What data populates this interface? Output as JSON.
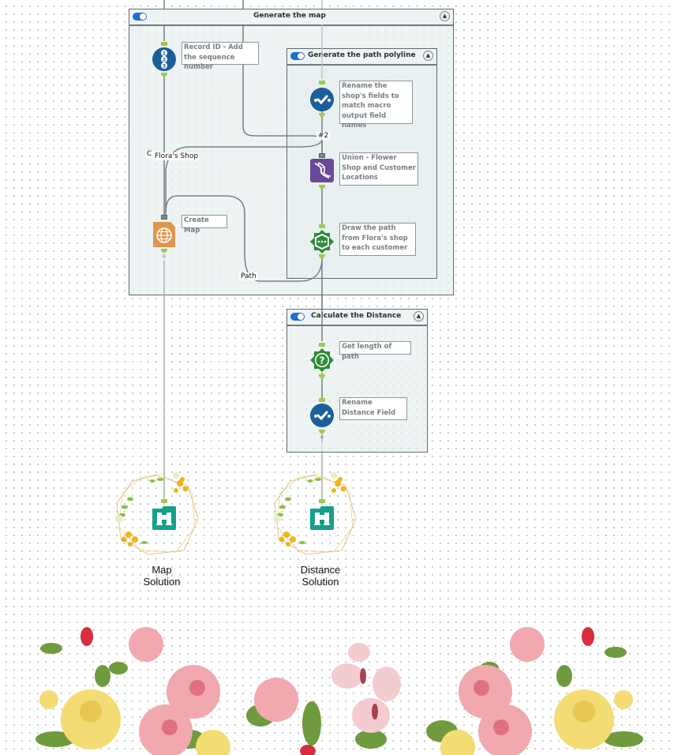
{
  "containers": {
    "generate_map": {
      "title": "Generate the map",
      "enabled": true,
      "collapse_icon": "chevron-up-icon"
    },
    "generate_path": {
      "title": "Generate the path polyline",
      "enabled": true,
      "collapse_icon": "chevron-up-icon"
    },
    "calc_distance": {
      "title": "Calculate the Distance",
      "enabled": true,
      "collapse_icon": "chevron-up-icon"
    }
  },
  "tools": {
    "record_id": {
      "annotation": "Record ID - Add the sequence number",
      "icon": "record-id-icon",
      "color": "#1b5f99"
    },
    "rename_shop": {
      "annotation": "Rename the shop's fields to match macro output field names",
      "icon": "select-check-icon",
      "color": "#1b5f99"
    },
    "union": {
      "annotation": "Union - Flower Shop and Customer Locations",
      "icon": "union-dna-icon",
      "color": "#6a4a98"
    },
    "draw_path": {
      "annotation": "Draw the path from Flora's shop to each customer",
      "icon": "macro-gear-icon",
      "color": "#2e8b3a"
    },
    "create_map": {
      "annotation": "Create Map",
      "icon": "globe-map-icon",
      "color": "#e0954f"
    },
    "get_length": {
      "annotation": "Get length of path",
      "icon": "question-macro-icon",
      "color": "#2e8b3a"
    },
    "rename_distance": {
      "annotation": "Rename Distance Field",
      "icon": "select-check-icon",
      "color": "#1b5f99"
    },
    "browse_map": {
      "caption": "Map Solution",
      "caption_lines": [
        "Map",
        "Solution"
      ],
      "icon": "binoculars-icon",
      "color": "#14a08a"
    },
    "browse_distance": {
      "caption": "Distance Solution",
      "caption_lines": [
        "Distance",
        "Solution"
      ],
      "icon": "binoculars-icon",
      "color": "#14a08a"
    }
  },
  "connection_labels": {
    "c_label": "C",
    "floras_shop": "Flora's Shop",
    "num2": "#2",
    "path": "Path"
  },
  "colors": {
    "toggle_on": "#1b6fd1",
    "anchor": "#9ccc4a",
    "wire": "#6b7377"
  }
}
